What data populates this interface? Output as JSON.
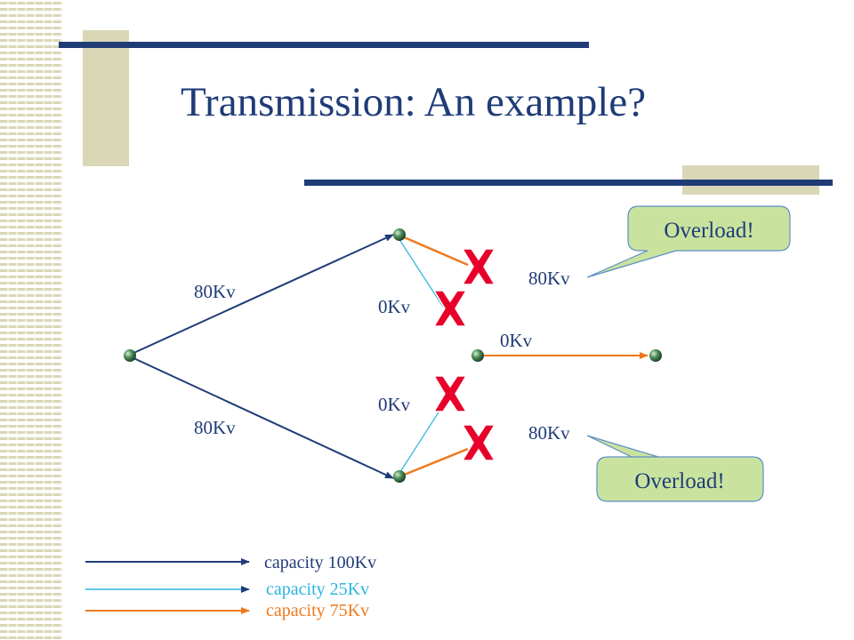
{
  "title": "Transmission: An example?",
  "labels": {
    "upper_left": "80Kv",
    "lower_left": "80Kv",
    "upper_middle": "0Kv",
    "lower_middle": "0Kv",
    "center": "0Kv",
    "upper_right": "80Kv",
    "lower_right": "80Kv"
  },
  "callouts": {
    "top": "Overload!",
    "bottom": "Overload!"
  },
  "legend": [
    {
      "label": "capacity 100Kv",
      "color": "#1f3c77"
    },
    {
      "label": "capacity 25Kv",
      "color": "#2bb5e0"
    },
    {
      "label": "capacity 75Kv",
      "color": "#ee7a1f"
    }
  ],
  "colors": {
    "dark_line": "#1f3c77",
    "cyan_line": "#2bb5e0",
    "orange_line": "#ee7a1f",
    "failure_mark": "#e8002a",
    "callout_fill": "#c9e39f",
    "accent_block": "#d9d7b6"
  },
  "icons": {
    "failure": "x-mark-icon",
    "node": "sphere-node-icon"
  }
}
